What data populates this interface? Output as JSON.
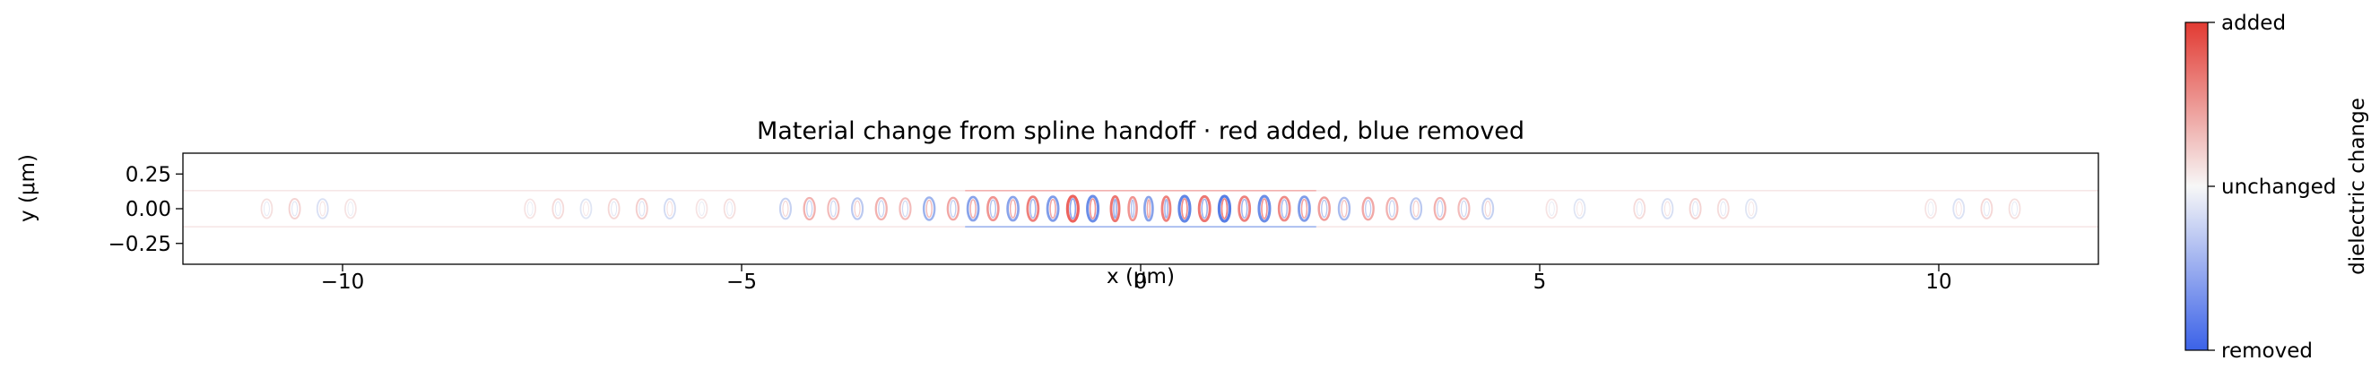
{
  "chart_data": {
    "type": "heatmap",
    "title": "Material change from spline handoff · red added, blue removed",
    "xlabel": "x (μm)",
    "ylabel": "y (μm)",
    "xlim": [
      -12,
      12
    ],
    "ylim": [
      -0.4,
      0.4
    ],
    "x_ticks": [
      {
        "value": -10,
        "label": "−10"
      },
      {
        "value": -5,
        "label": "−5"
      },
      {
        "value": 0,
        "label": "0"
      },
      {
        "value": 5,
        "label": "5"
      },
      {
        "value": 10,
        "label": "10"
      }
    ],
    "y_ticks": [
      {
        "value": 0.25,
        "label": "0.25"
      },
      {
        "value": 0.0,
        "label": "0.00"
      },
      {
        "value": -0.25,
        "label": "−0.25"
      }
    ],
    "colorbar": {
      "label": "dielectric change",
      "colormap": [
        "#3b4cc0",
        "#f7f7f7",
        "#d62728"
      ],
      "range": [
        -1,
        1
      ],
      "ticks": [
        {
          "value": 1,
          "label": "added"
        },
        {
          "value": 0,
          "label": "unchanged"
        },
        {
          "value": -1,
          "label": "removed"
        }
      ]
    },
    "colors": {
      "added": "#e8302a",
      "removed": "#2f5fe0",
      "unchanged": "#f7f7f7"
    },
    "features": [
      {
        "x": -10.95,
        "change": 0.12
      },
      {
        "x": -10.6,
        "change": 0.18
      },
      {
        "x": -10.25,
        "change": -0.15
      },
      {
        "x": -9.9,
        "change": 0.1
      },
      {
        "x": -7.65,
        "change": 0.1
      },
      {
        "x": -7.3,
        "change": 0.14
      },
      {
        "x": -6.95,
        "change": -0.12
      },
      {
        "x": -6.6,
        "change": 0.16
      },
      {
        "x": -6.25,
        "change": 0.2
      },
      {
        "x": -5.9,
        "change": -0.18
      },
      {
        "x": -5.5,
        "change": 0.1
      },
      {
        "x": -5.15,
        "change": 0.12
      },
      {
        "x": -4.45,
        "change": -0.25
      },
      {
        "x": -4.15,
        "change": 0.35
      },
      {
        "x": -3.85,
        "change": 0.3
      },
      {
        "x": -3.55,
        "change": -0.3
      },
      {
        "x": -3.25,
        "change": 0.35
      },
      {
        "x": -2.95,
        "change": 0.3
      },
      {
        "x": -2.65,
        "change": -0.45
      },
      {
        "x": -2.35,
        "change": 0.4
      },
      {
        "x": -2.1,
        "change": -0.55
      },
      {
        "x": -1.85,
        "change": 0.5
      },
      {
        "x": -1.6,
        "change": -0.55
      },
      {
        "x": -1.35,
        "change": 0.6
      },
      {
        "x": -1.1,
        "change": -0.6
      },
      {
        "x": -0.85,
        "change": 0.75
      },
      {
        "x": -0.6,
        "change": -0.7
      },
      {
        "x": -0.32,
        "change": 0.65
      },
      {
        "x": -0.1,
        "change": 0.5
      },
      {
        "x": 0.1,
        "change": -0.55
      },
      {
        "x": 0.32,
        "change": 0.6
      },
      {
        "x": 0.55,
        "change": -0.75
      },
      {
        "x": 0.8,
        "change": 0.65
      },
      {
        "x": 1.05,
        "change": -0.8
      },
      {
        "x": 1.3,
        "change": 0.6
      },
      {
        "x": 1.55,
        "change": -0.7
      },
      {
        "x": 1.8,
        "change": 0.55
      },
      {
        "x": 2.05,
        "change": -0.6
      },
      {
        "x": 2.3,
        "change": 0.45
      },
      {
        "x": 2.55,
        "change": -0.4
      },
      {
        "x": 2.85,
        "change": 0.4
      },
      {
        "x": 3.15,
        "change": 0.35
      },
      {
        "x": 3.45,
        "change": -0.3
      },
      {
        "x": 3.75,
        "change": 0.35
      },
      {
        "x": 4.05,
        "change": 0.3
      },
      {
        "x": 4.35,
        "change": -0.25
      },
      {
        "x": 5.15,
        "change": 0.1
      },
      {
        "x": 5.5,
        "change": -0.12
      },
      {
        "x": 6.25,
        "change": 0.14
      },
      {
        "x": 6.6,
        "change": -0.16
      },
      {
        "x": 6.95,
        "change": 0.18
      },
      {
        "x": 7.3,
        "change": 0.14
      },
      {
        "x": 7.65,
        "change": -0.12
      },
      {
        "x": 9.9,
        "change": 0.1
      },
      {
        "x": 10.25,
        "change": -0.14
      },
      {
        "x": 10.6,
        "change": 0.16
      },
      {
        "x": 10.95,
        "change": 0.12
      }
    ],
    "grid": false,
    "legend": "colorbar-right"
  }
}
